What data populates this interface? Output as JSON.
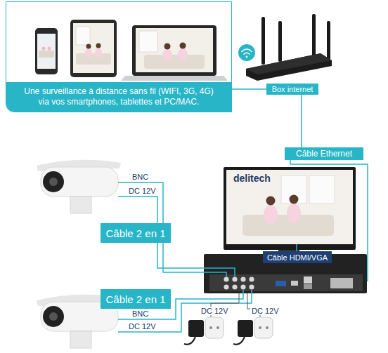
{
  "diagram": {
    "nodes": [
      {
        "text": [
          "Une surveillance à distance sans fil (WIFI, 3G, 4G) via vos smartphones, tablettes et PC/MAC."
        ]
      },
      {
        "text": [
          "Box internet"
        ]
      },
      {
        "text": [
          "Câble Ethernet"
        ]
      },
      {
        "text": [
          "Câble 2 en 1"
        ]
      },
      {
        "text": [
          "Câble HDMI/VGA"
        ]
      },
      {
        "text": [
          "Câble 2 en 1"
        ]
      }
    ],
    "edges": [
      {
        "from": 0,
        "to": 1,
        "arrow": "none"
      },
      {
        "from": 1,
        "to": 2,
        "arrow": "none"
      }
    ],
    "labels": [
      "BNC",
      "DC 12V",
      "delitech",
      "BNC",
      "DC 12V",
      "DC 12V",
      "DC 12V"
    ]
  }
}
